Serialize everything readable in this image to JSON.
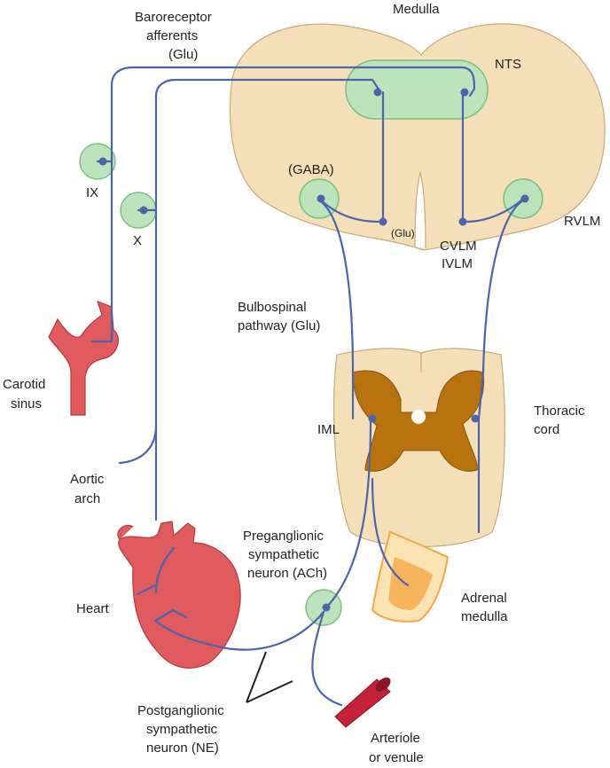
{
  "labels": {
    "baroreceptor_1": "Baroreceptor",
    "baroreceptor_2": "afferents",
    "baroreceptor_3": "(Glu)",
    "medulla": "Medulla",
    "nts": "NTS",
    "gaba": "(GABA)",
    "glu_small": "(Glu)",
    "cvlm": "CVLM",
    "ivlm": "IVLM",
    "rvlm": "RVLM",
    "ix": "IX",
    "x": "X",
    "bulbospinal_1": "Bulbospinal",
    "bulbospinal_2": "pathway (Glu)",
    "carotid_1": "Carotid",
    "carotid_2": "sinus",
    "iml": "IML",
    "thoracic_1": "Thoracic",
    "thoracic_2": "cord",
    "aortic_1": "Aortic",
    "aortic_2": "arch",
    "pregang_1": "Preganglionic",
    "pregang_2": "sympathetic",
    "pregang_3": "neuron (ACh)",
    "heart": "Heart",
    "adrenal_1": "Adrenal",
    "adrenal_2": "medulla",
    "postgang_1": "Postganglionic",
    "postgang_2": "sympathetic",
    "postgang_3": "neuron (NE)",
    "arteriole_1": "Arteriole",
    "arteriole_2": "or venule"
  },
  "colors": {
    "nerve": "#4a64ad",
    "ganglion": "#bde3bd",
    "medulla": "#f5dfb8",
    "spinal_gray": "#b8730f",
    "heart": "#e05a5e",
    "vessel": "#c4223a",
    "adrenal": "#f4a640"
  }
}
